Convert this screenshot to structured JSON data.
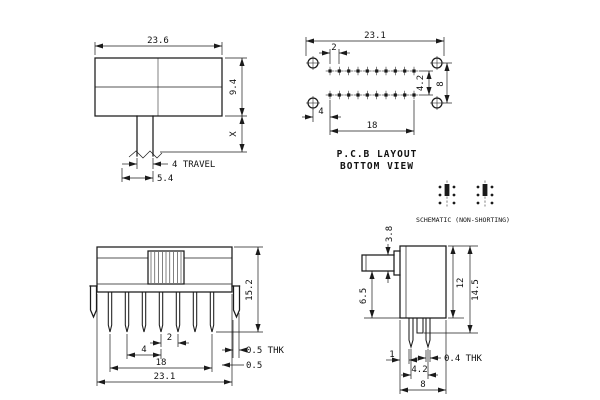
{
  "drawing": {
    "line_color": "#1b1b1b",
    "top_view": {
      "width": "23.6",
      "height": "9.4",
      "x_dim": "X",
      "travel": "4 TRAVEL",
      "stem_offset": "5.4"
    },
    "pcb_layout": {
      "overall_width": "23.1",
      "pad_pitch": "2",
      "row_spacing": "4.2",
      "hole_row_spacing": "8",
      "hole_to_pad": "4",
      "pad_span": "18",
      "caption_line1": "P.C.B LAYOUT",
      "caption_line2": "BOTTOM VIEW"
    },
    "schematic": {
      "caption": "SCHEMATIC (NON-SHORTING)"
    },
    "front_view": {
      "overall_height": "15.2",
      "pin_pitch": "2",
      "pin_group_pitch": "4",
      "pin_span": "18",
      "overall_width": "23.1",
      "terminal_thickness": "0.5 THK",
      "bracket_thickness": "0.5"
    },
    "side_view": {
      "actuator_height": "3.8",
      "actuator_to_base": "6.5",
      "body_height": "12",
      "overall_height": "14.5",
      "pin_offset": "1",
      "pin_pitch": "4.2",
      "body_depth": "8",
      "terminal_thickness": "0.4 THK"
    }
  }
}
